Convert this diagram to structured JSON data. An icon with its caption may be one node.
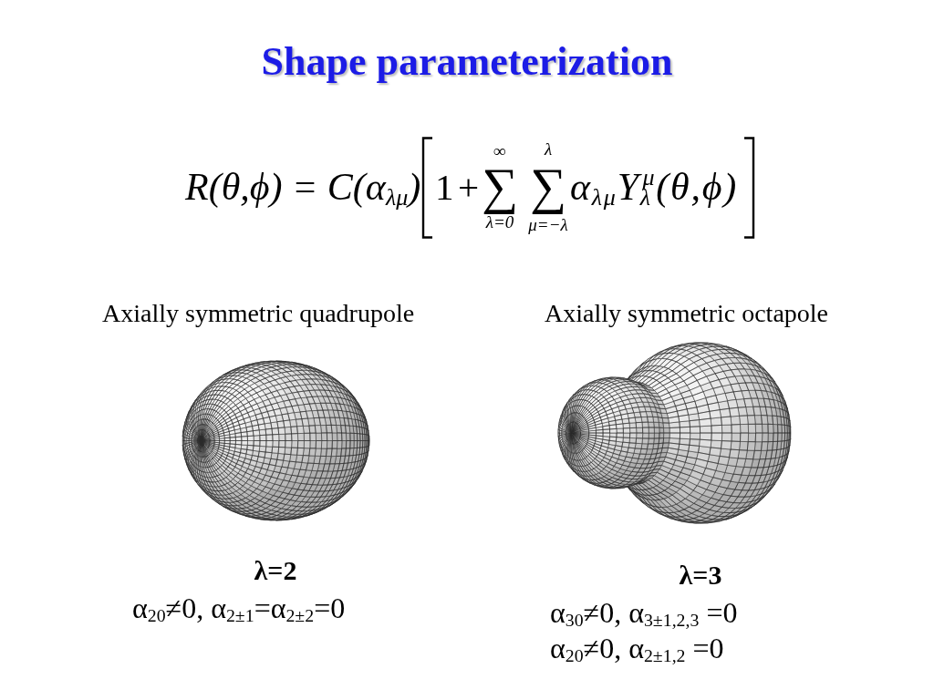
{
  "diagram": {
    "title": "Shape parameterization",
    "labels": [
      "R(θ,ϕ) = C(α$_{λμ}$)",
      "1 +",
      "∞",
      "∑",
      "λ=0",
      "λ",
      "∑",
      "μ=−λ",
      "α$_{λμ}$Y$_{λ}$$^{μ}$(θ,ϕ)",
      "Axially symmetric quadrupole",
      "Axially symmetric octapole",
      "λ=2",
      "α$_{20}$≠0, α$_{2±1}$=α$_{2±2}$=0",
      "λ=3",
      "α$_{30}$≠0, α$_{3±1,2,3}$ =0",
      "α$_{20}$≠0, α$_{2±1,2}$ =0"
    ]
  }
}
